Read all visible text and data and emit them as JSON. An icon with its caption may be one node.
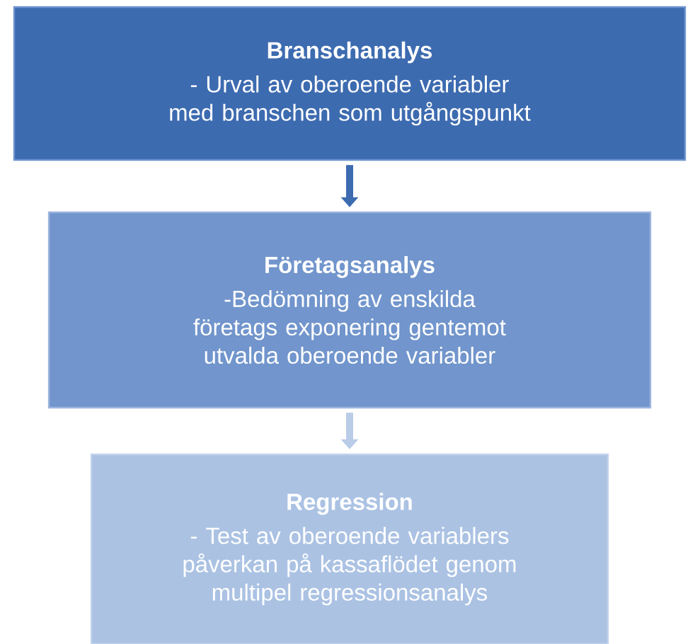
{
  "diagram": {
    "nodes": [
      {
        "text": [
          "Branschanalys",
          "- Urval av oberoende variabler med branschen som utgångspunkt"
        ]
      },
      {
        "text": [
          "Företagsanalys",
          "-Bedömning av enskilda företags exponering gentemot utvalda oberoende variabler"
        ]
      },
      {
        "text": [
          "Regression",
          "- Test av oberoende variablers påverkan på kassaflödet genom multipel regressionsanalys"
        ]
      }
    ],
    "edges": [
      {
        "from": 0,
        "to": 1,
        "arrow": "to",
        "color": "#3d6bb0"
      },
      {
        "from": 1,
        "to": 2,
        "arrow": "to",
        "color": "#b9cce8"
      }
    ]
  }
}
